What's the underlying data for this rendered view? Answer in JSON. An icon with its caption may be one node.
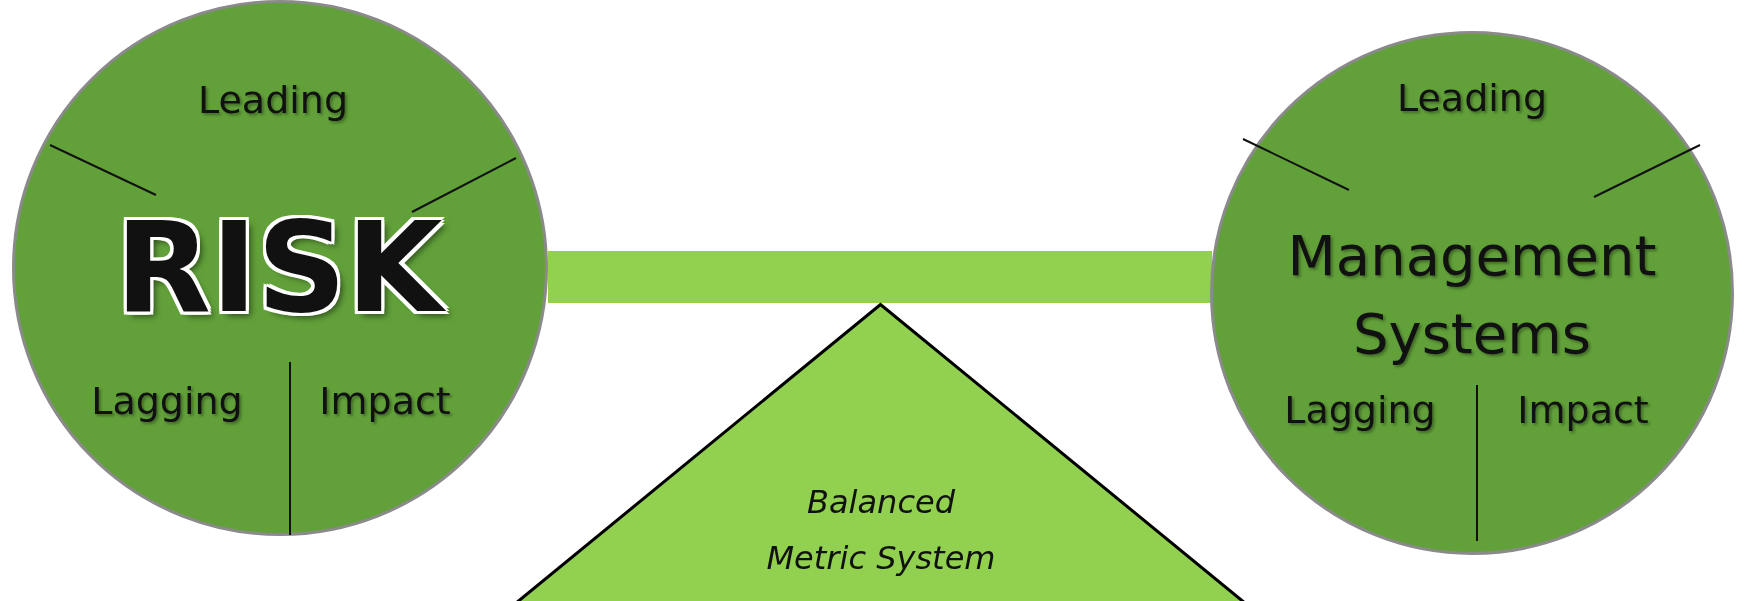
{
  "diagram": {
    "nodes": [
      {
        "text": [
          "Leading",
          "RISK",
          "Lagging",
          "Impact"
        ]
      },
      {
        "text": [],
        "shape": "bar"
      },
      {
        "text": [
          "Leading",
          "Management Systems",
          "Lagging",
          "Impact"
        ]
      },
      {
        "text": [
          "Balanced Metric System"
        ]
      }
    ]
  }
}
